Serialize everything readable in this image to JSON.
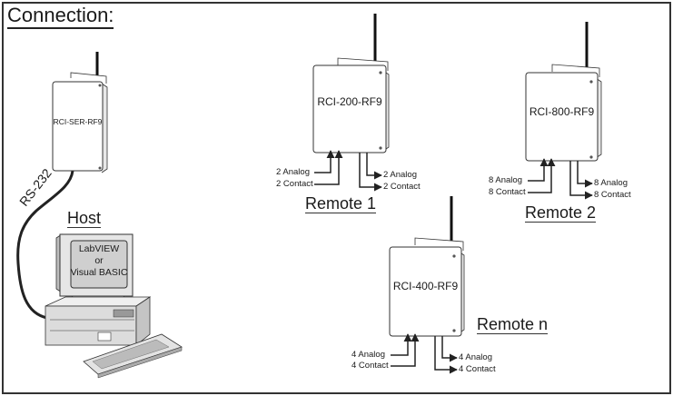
{
  "title": "Connection:",
  "host": {
    "label": "Host",
    "device": "RCI-SER-RF9",
    "cable_label": "RS-232",
    "screen_lines": [
      "LabVIEW",
      "or",
      "Visual BASIC"
    ]
  },
  "remotes": [
    {
      "label": "Remote 1",
      "device": "RCI-200-RF9",
      "inputs": [
        "2 Analog",
        "2 Contact"
      ],
      "outputs": [
        "2 Analog",
        "2 Contact"
      ]
    },
    {
      "label": "Remote 2",
      "device": "RCI-800-RF9",
      "inputs": [
        "8 Analog",
        "8 Contact"
      ],
      "outputs": [
        "8 Analog",
        "8 Contact"
      ]
    },
    {
      "label": "Remote n",
      "device": "RCI-400-RF9",
      "inputs": [
        "4 Analog",
        "4 Contact"
      ],
      "outputs": [
        "4 Analog",
        "4 Contact"
      ]
    }
  ]
}
